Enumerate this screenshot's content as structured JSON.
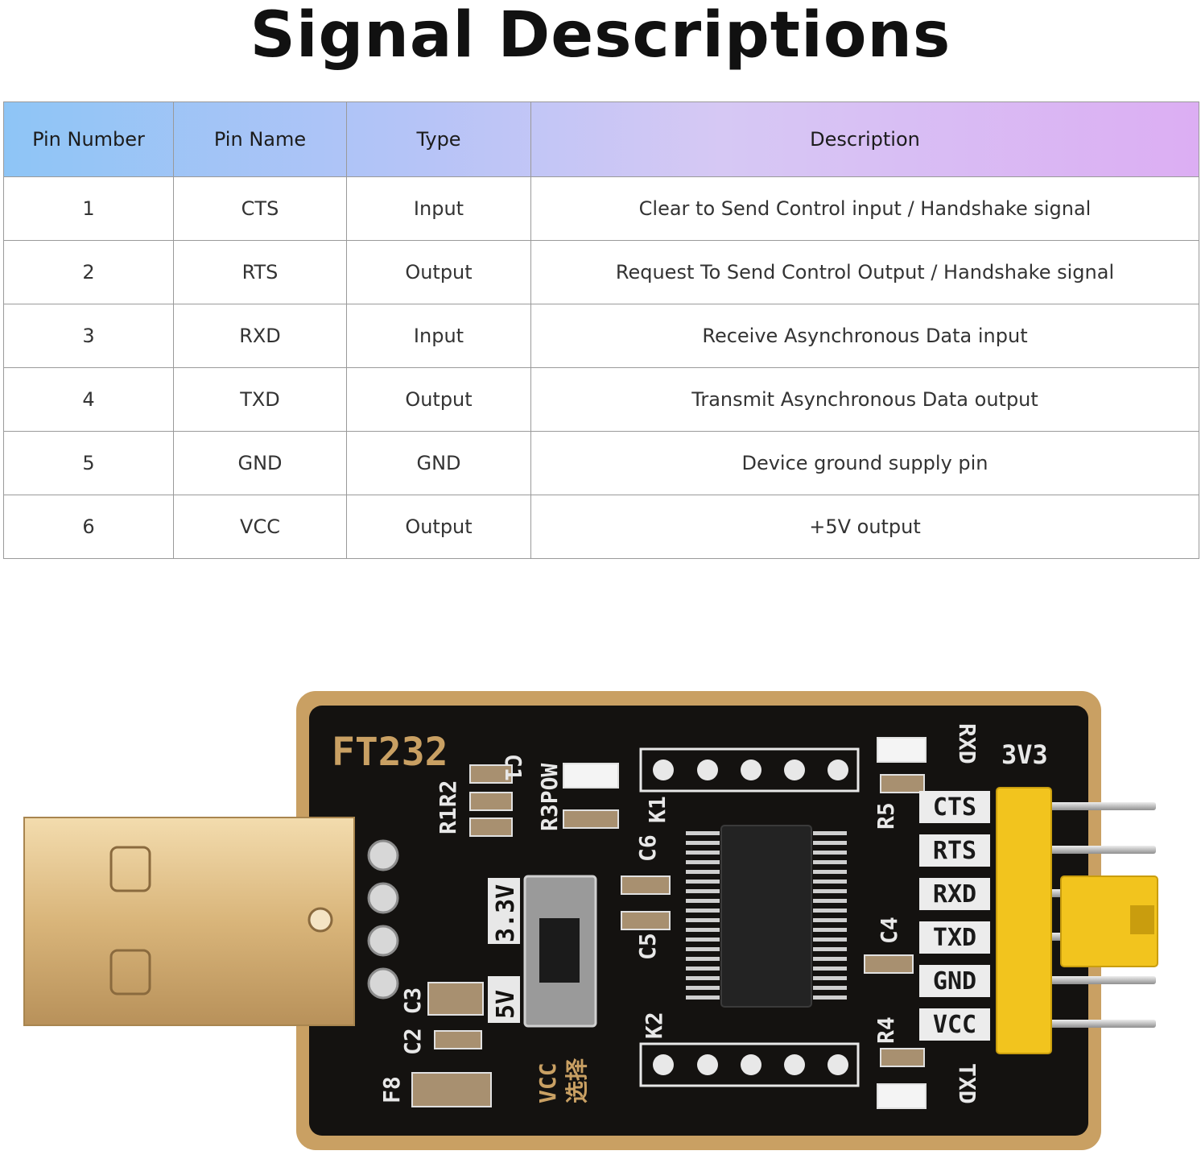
{
  "title": "Signal Descriptions",
  "table": {
    "headers": [
      "Pin Number",
      "Pin Name",
      "Type",
      "Description"
    ],
    "rows": [
      [
        "1",
        "CTS",
        "Input",
        "Clear to Send Control input / Handshake signal"
      ],
      [
        "2",
        "RTS",
        "Output",
        "Request To Send Control Output / Handshake signal"
      ],
      [
        "3",
        "RXD",
        "Input",
        "Receive Asynchronous Data input"
      ],
      [
        "4",
        "TXD",
        "Output",
        "Transmit Asynchronous Data output"
      ],
      [
        "5",
        "GND",
        "GND",
        "Device ground supply pin"
      ],
      [
        "6",
        "VCC",
        "Output",
        "+5V output"
      ]
    ]
  },
  "board": {
    "brand": "FT232",
    "pin_labels": [
      "CTS",
      "RTS",
      "RXD",
      "TXD",
      "GND",
      "VCC"
    ],
    "silkscreen": [
      "C1",
      "R1R2",
      "R3POW",
      "K1",
      "C6",
      "C5",
      "3.3V",
      "5V",
      "C2 C3",
      "F8",
      "VCC",
      "选择",
      "K2",
      "R5",
      "R4",
      "C4",
      "RXD",
      "TXD",
      "3V3"
    ],
    "colors": {
      "pcb": "#141210",
      "gold": "#c9a063",
      "jumper": "#f2c41e",
      "pins": "#c8c8c8"
    }
  }
}
